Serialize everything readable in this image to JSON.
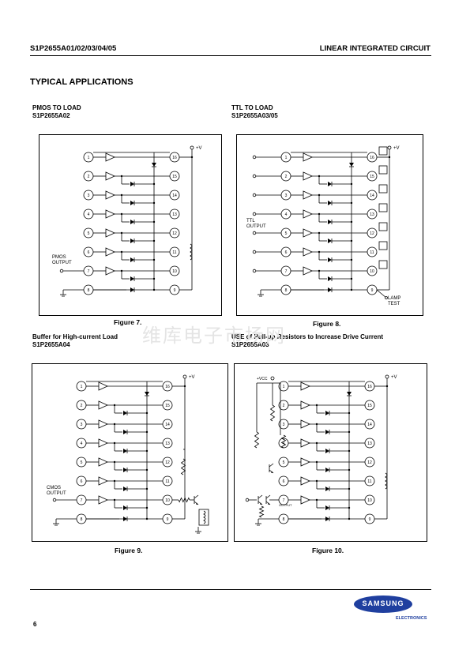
{
  "header": {
    "part_number": "S1P2655A01/02/03/04/05",
    "category": "LINEAR INTEGRATED CIRCUIT"
  },
  "section_title": "TYPICAL APPLICATIONS",
  "figures": [
    {
      "title": "PMOS TO LOAD",
      "part": "S1P2655A02",
      "caption": "Figure 7.",
      "labels": {
        "supply": "+V",
        "input": "PMOS\nOUTPUT"
      }
    },
    {
      "title": "TTL TO LOAD",
      "part": "S1P2655A03/05",
      "caption": "Figure 8.",
      "labels": {
        "supply": "+V",
        "input": "TTL\nOUTPUT",
        "extra": "LAMP\nTEST"
      }
    },
    {
      "title": "Buffer for High-current Load",
      "part": "S1P2655A04",
      "caption": "Figure 9.",
      "labels": {
        "supply": "+V",
        "input": "CMOS\nOUTPUT"
      }
    },
    {
      "title": "USE of Pull-up Resistors to Increase Drive Current",
      "part": "S1P2655A03",
      "caption": "Figure 10.",
      "labels": {
        "supply": "+V",
        "vcc": "+VCC",
        "output": "OUTPUT"
      }
    }
  ],
  "watermark": "维库电子市场网",
  "footer": {
    "page_number": "6",
    "brand": "SAMSUNG",
    "brand_sub": "ELECTRONICS"
  },
  "ic_pins": {
    "left": [
      "1",
      "2",
      "3",
      "4",
      "5",
      "6",
      "7",
      "8"
    ],
    "right": [
      "16",
      "15",
      "14",
      "13",
      "12",
      "11",
      "10",
      "9"
    ]
  }
}
